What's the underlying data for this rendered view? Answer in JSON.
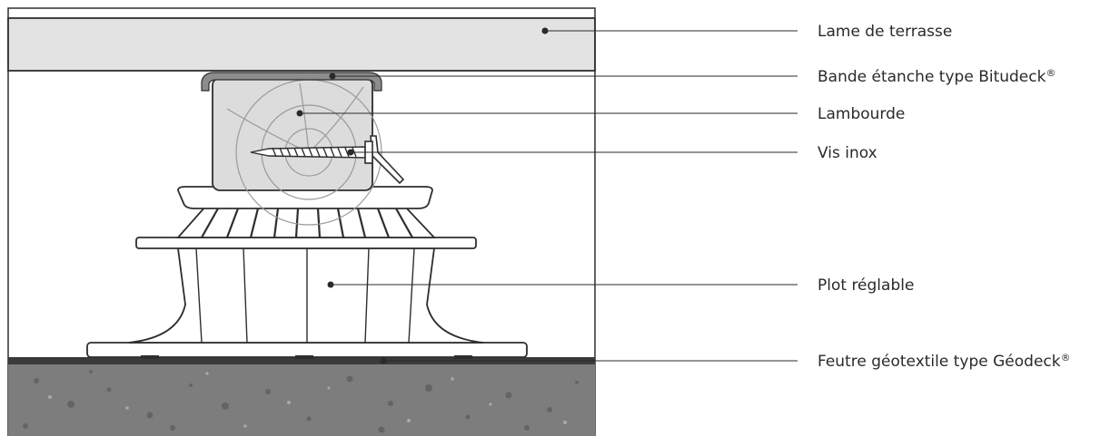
{
  "labels": [
    {
      "id": "deck",
      "text": "Lame de terrasse"
    },
    {
      "id": "band",
      "text": "Bande étanche type Bitudeck",
      "mark": "®"
    },
    {
      "id": "joist",
      "text": "Lambourde"
    },
    {
      "id": "screw",
      "text": "Vis inox"
    },
    {
      "id": "pedestal",
      "text": "Plot réglable"
    },
    {
      "id": "felt",
      "text": "Feutre géotextile type Géodeck",
      "mark": "®"
    }
  ],
  "colors": {
    "outline": "#2e2e2e",
    "deck_fill": "#e3e3e3",
    "joist_fill": "#dcdcdc",
    "band_fill": "#8d8d8d",
    "pedestal_fill": "#ffffff",
    "felt_fill": "#3a3a3a",
    "concrete_fill": "#7d7d7d"
  }
}
